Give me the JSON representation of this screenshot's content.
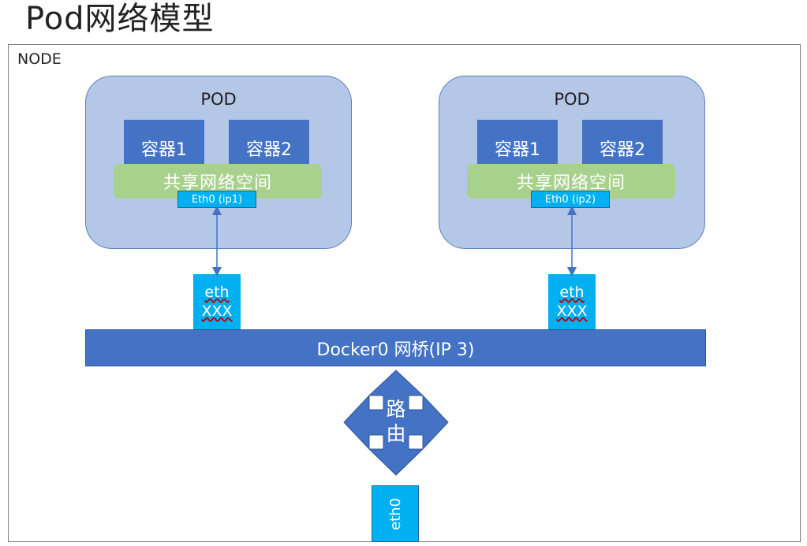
{
  "title": "Pod网络模型",
  "node": {
    "label": "NODE"
  },
  "pods": [
    {
      "label": "POD",
      "containers": [
        "容器1",
        "容器2"
      ],
      "shared_net": "共享网络空间",
      "eth0": "Eth0 (ip1)",
      "veth": [
        "eth",
        "XXX"
      ]
    },
    {
      "label": "POD",
      "containers": [
        "容器1",
        "容器2"
      ],
      "shared_net": "共享网络空间",
      "eth0": "Eth0 (ip2)",
      "veth": [
        "eth",
        "XXX"
      ]
    }
  ],
  "bridge": {
    "label": "Docker0 网桥(IP 3)"
  },
  "router": {
    "line1": "路",
    "line2": "由"
  },
  "host_nic": {
    "label": "eth0"
  },
  "colors": {
    "pod_fill": "#b4c7e7",
    "container_fill": "#4472c4",
    "shared_fill": "#a9d18e",
    "nic_fill": "#00b0f0",
    "bridge_fill": "#4472c4"
  }
}
